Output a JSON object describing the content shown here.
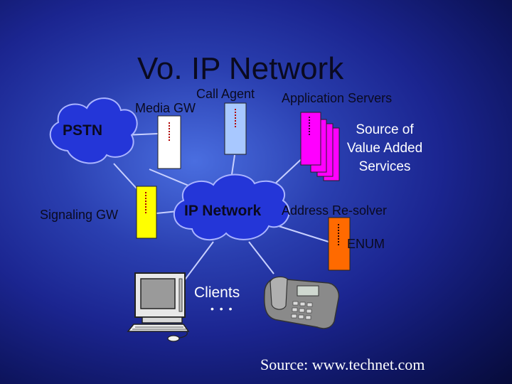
{
  "title": "Vo. IP Network",
  "labels": {
    "call_agent": "Call Agent",
    "application_servers": "Application Servers",
    "media_gw": "Media GW",
    "pstn": "PSTN",
    "source_of": "Source of",
    "value_added": "Value Added",
    "services": "Services",
    "signaling_gw": "Signaling GW",
    "ip_network": "IP Network",
    "address_resolver": "Address Re-solver",
    "enum": "ENUM",
    "clients": "Clients",
    "ellipsis": "• • •"
  },
  "source": "Source: www.technet.com",
  "colors": {
    "background": "#1b2590",
    "cloud": "#2436d8",
    "media_gw": "#ffffff",
    "call_agent": "#a8c8ff",
    "app_servers": "#ff00ff",
    "signaling_gw": "#ffff00",
    "enum": "#ff6a00"
  }
}
